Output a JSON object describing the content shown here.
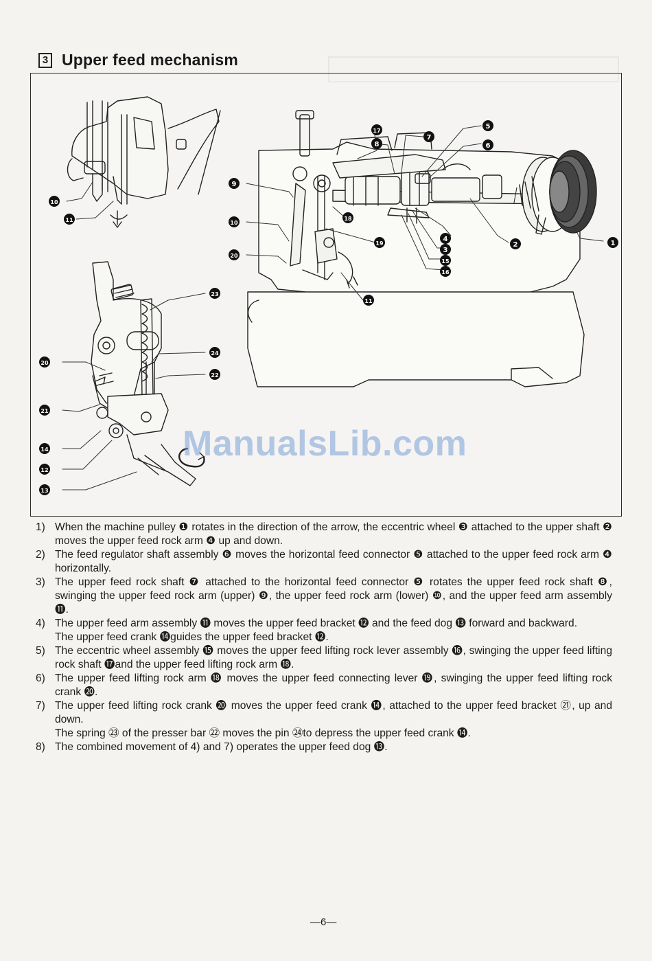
{
  "section": {
    "number": "3",
    "title": "Upper feed mechanism"
  },
  "figure": {
    "callouts": [
      "❶",
      "❷",
      "❸",
      "❹",
      "❺",
      "❻",
      "❼",
      "❽",
      "❾",
      "❿",
      "⓫",
      "⓬",
      "⓭",
      "⓮",
      "⓯",
      "⓰",
      "⓱",
      "⓲",
      "⓳",
      "⓴",
      "㉑",
      "㉒",
      "㉓",
      "㉔"
    ]
  },
  "steps": [
    {
      "num": "1)",
      "lines": [
        "When the machine pulley ❶ rotates in the direction of the arrow, the eccentric wheel ❸ attached to the upper shaft ❷ moves the upper feed rock arm ❹ up and down."
      ]
    },
    {
      "num": "2)",
      "lines": [
        "The feed regulator shaft assembly ❻ moves the horizontal feed connector ❺ attached to the upper feed rock arm ❹ horizontally."
      ]
    },
    {
      "num": "3)",
      "lines": [
        "The upper feed rock shaft ❼ attached to the horizontal feed connector ❺ rotates the upper feed rock shaft ❽, swinging the upper feed rock arm (upper) ❾, the upper feed rock arm (lower) ❿, and the upper feed arm assembly ⓫."
      ]
    },
    {
      "num": "4)",
      "lines": [
        "The upper feed arm assembly ⓫ moves the upper feed bracket ⓬ and the feed dog ⓭ forward and backward.",
        "The upper feed crank ⓮guides the upper feed bracket ⓬."
      ]
    },
    {
      "num": "5)",
      "lines": [
        "The eccentric wheel assembly ⓯ moves the upper feed lifting rock lever assembly ⓰, swinging the upper feed lifting rock shaft ⓱and the upper feed lifting rock arm ⓲."
      ]
    },
    {
      "num": "6)",
      "lines": [
        "The upper feed lifting rock arm ⓲ moves the upper feed connecting lever ⓳, swinging the upper feed lifting rock crank ⓴."
      ]
    },
    {
      "num": "7)",
      "lines": [
        "The upper feed lifting rock crank ⓴ moves the upper feed crank ⓮, attached to the upper feed bracket ㉑, up and down.",
        "The spring ㉓ of the presser bar ㉒ moves the pin ㉔to depress the upper feed crank ⓮."
      ]
    },
    {
      "num": "8)",
      "lines": [
        "The combined movement of 4) and 7) operates the upper feed dog ⓭."
      ]
    }
  ],
  "page_number": "—6—",
  "watermark": "ManualsLib.com"
}
